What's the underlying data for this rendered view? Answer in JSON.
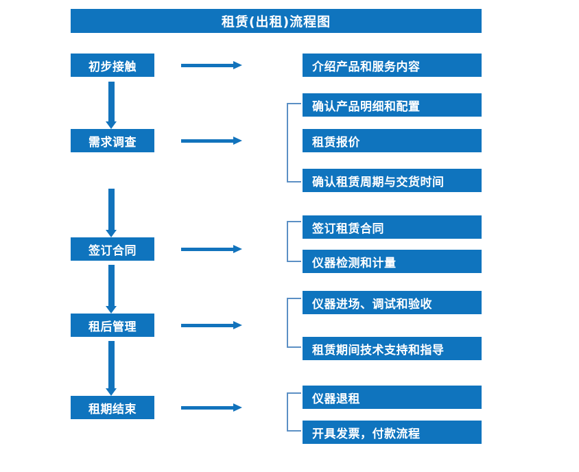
{
  "diagram": {
    "title": "租赁(出租)流程图",
    "colors": {
      "box_blue": "#0F74BE",
      "arrow_blue": "#1273BC",
      "bracket_blue": "#5B8FC4",
      "text_white": "#FFFFFF",
      "background": "#FFFFFF"
    },
    "stages": [
      {
        "label": "初步接触"
      },
      {
        "label": "需求调查"
      },
      {
        "label": "签订合同"
      },
      {
        "label": "租后管理"
      },
      {
        "label": "租期结束"
      }
    ],
    "details": [
      {
        "label": "介绍产品和服务内容"
      },
      {
        "label": "确认产品明细和配置"
      },
      {
        "label": "租赁报价"
      },
      {
        "label": "确认租赁周期与交货时间"
      },
      {
        "label": "签订租赁合同"
      },
      {
        "label": "仪器检测和计量"
      },
      {
        "label": "仪器进场、调试和验收"
      },
      {
        "label": "租赁期间技术支持和指导"
      },
      {
        "label": "仪器退租"
      },
      {
        "label": "开具发票，付款流程"
      }
    ]
  },
  "chart_data": {
    "type": "diagram",
    "title": "租赁(出租)流程图",
    "flow": [
      {
        "stage": "初步接触",
        "details": [
          "介绍产品和服务内容"
        ]
      },
      {
        "stage": "需求调查",
        "details": [
          "确认产品明细和配置",
          "租赁报价",
          "确认租赁周期与交货时间"
        ]
      },
      {
        "stage": "签订合同",
        "details": [
          "签订租赁合同",
          "仪器检测和计量"
        ]
      },
      {
        "stage": "租后管理",
        "details": [
          "仪器进场、调试和验收",
          "租赁期间技术支持和指导"
        ]
      },
      {
        "stage": "租期结束",
        "details": [
          "仪器退租",
          "开具发票，付款流程"
        ]
      }
    ]
  }
}
